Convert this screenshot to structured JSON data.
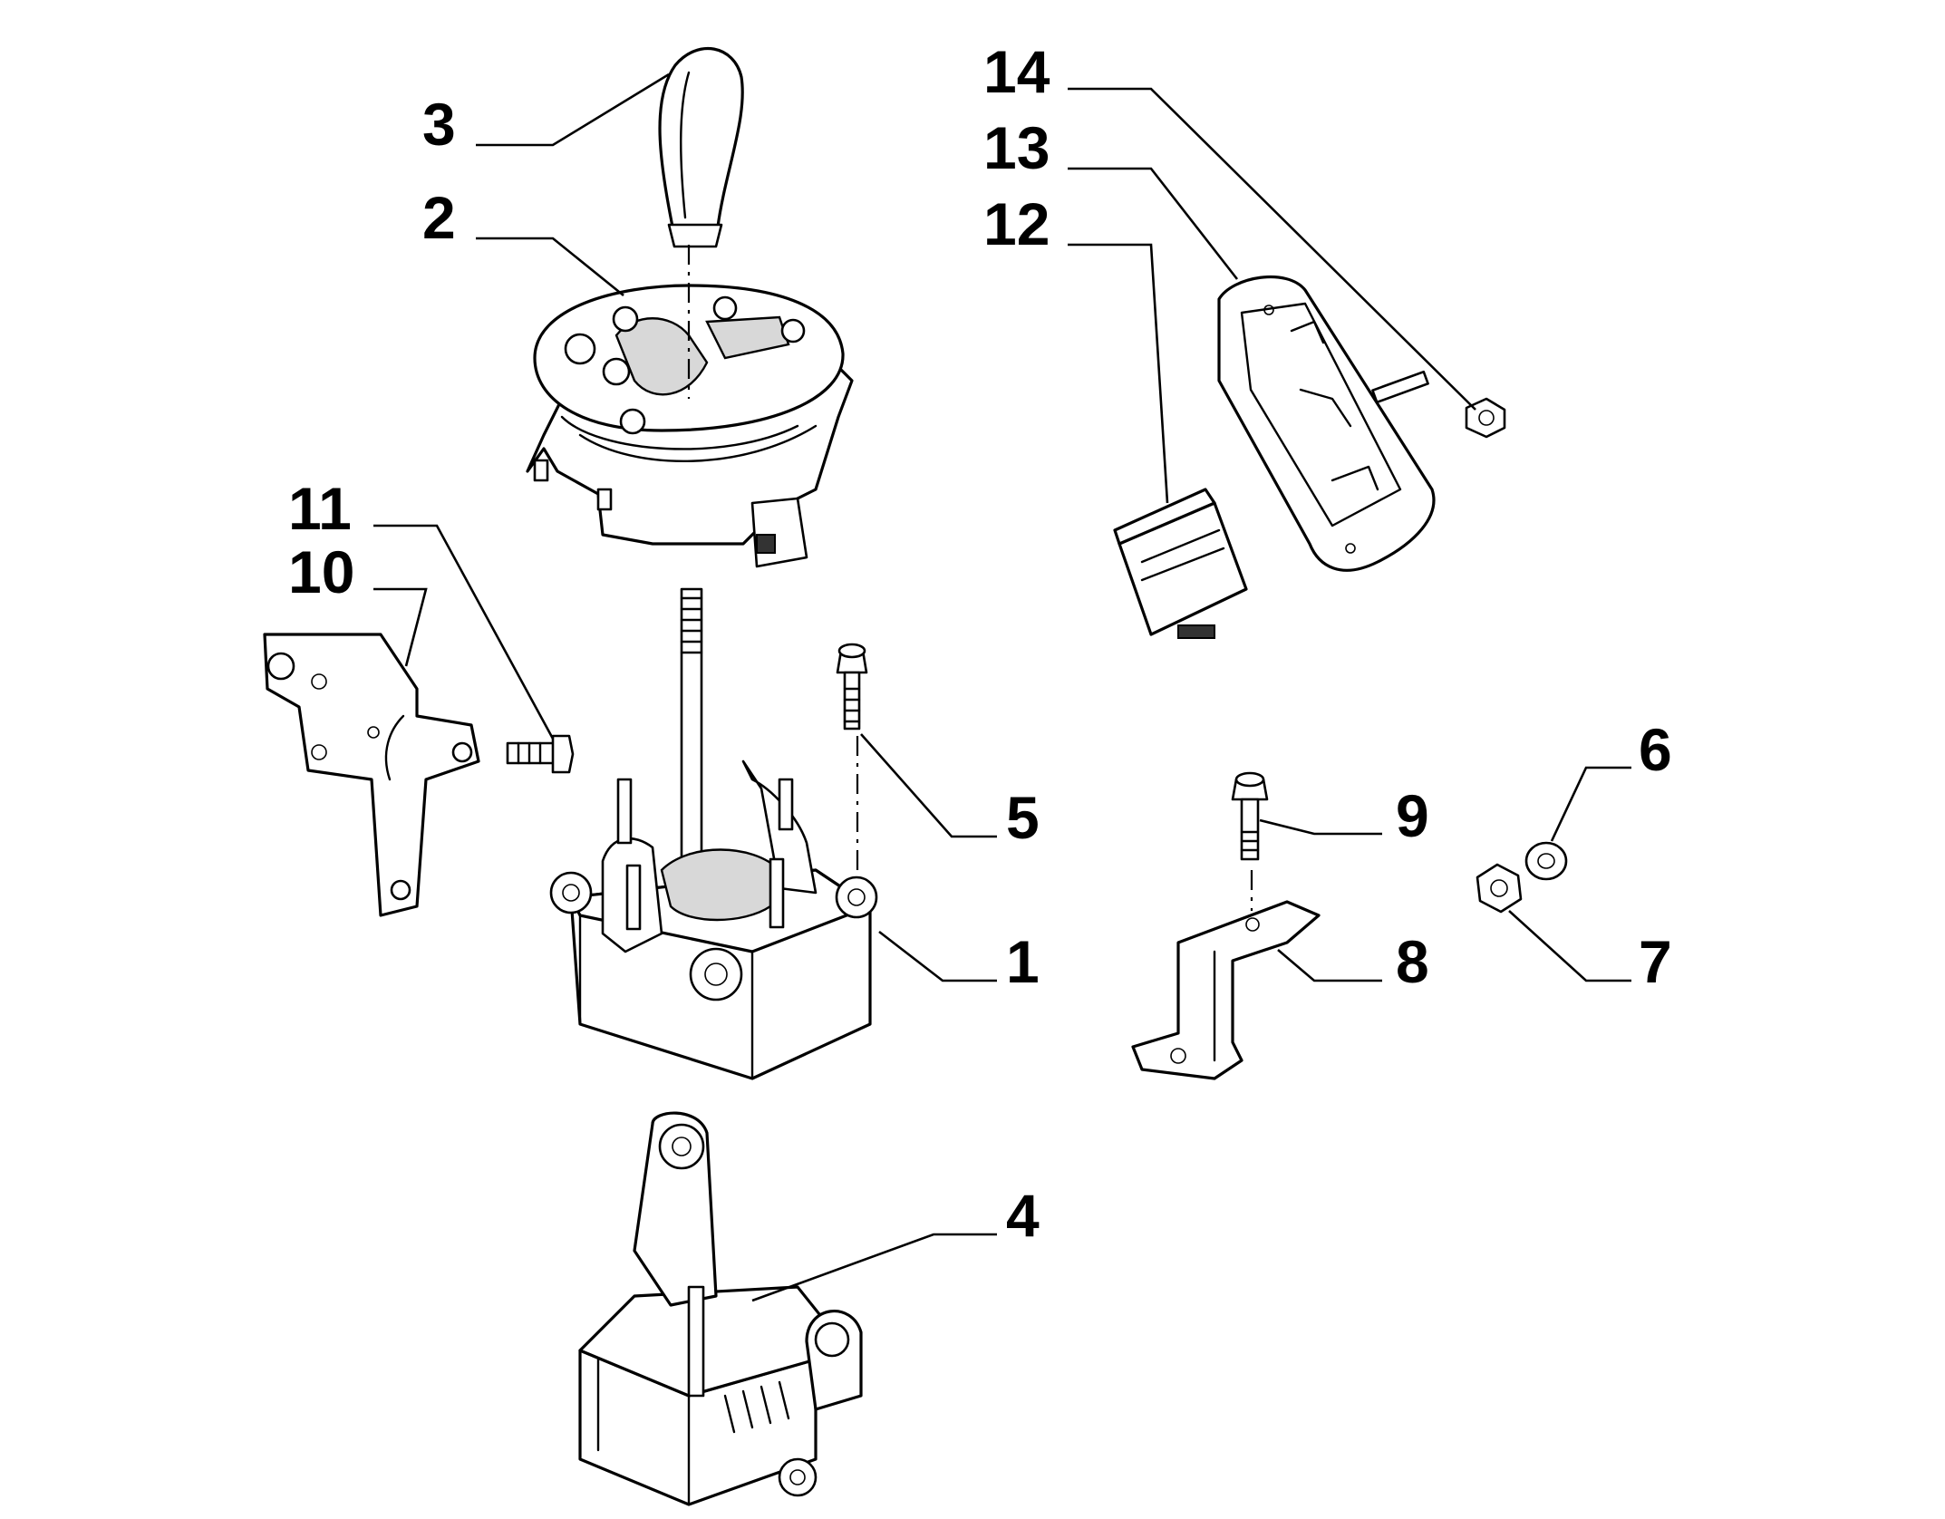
{
  "diagram": {
    "callouts": [
      {
        "id": "callout-1",
        "label": "1"
      },
      {
        "id": "callout-2",
        "label": "2"
      },
      {
        "id": "callout-3",
        "label": "3"
      },
      {
        "id": "callout-4",
        "label": "4"
      },
      {
        "id": "callout-5",
        "label": "5"
      },
      {
        "id": "callout-6",
        "label": "6"
      },
      {
        "id": "callout-7",
        "label": "7"
      },
      {
        "id": "callout-8",
        "label": "8"
      },
      {
        "id": "callout-9",
        "label": "9"
      },
      {
        "id": "callout-10",
        "label": "10"
      },
      {
        "id": "callout-11",
        "label": "11"
      },
      {
        "id": "callout-12",
        "label": "12"
      },
      {
        "id": "callout-13",
        "label": "13"
      },
      {
        "id": "callout-14",
        "label": "14"
      }
    ],
    "colors": {
      "line": "#000000",
      "background": "#ffffff",
      "shade": "#d8d8d8"
    }
  }
}
